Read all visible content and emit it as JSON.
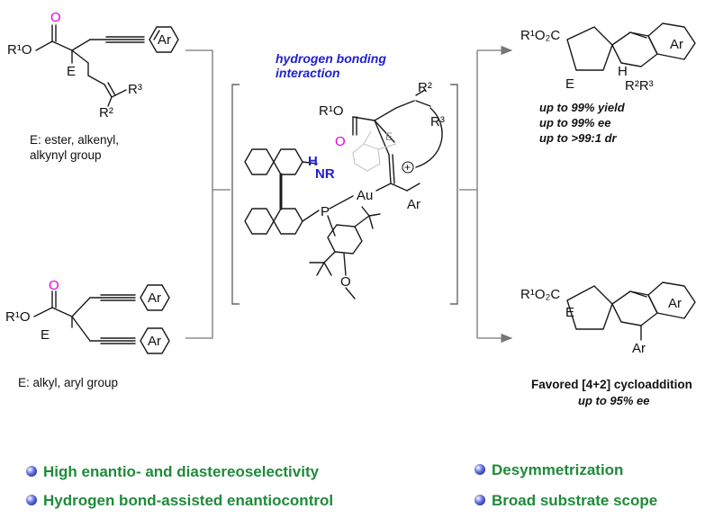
{
  "scheme": {
    "hbond_label": [
      "hydrogen bonding",
      "interaction"
    ],
    "substrate_top": {
      "groups": {
        "ester": "R¹O",
        "E": "E",
        "ar": "Ar",
        "r3": "R³",
        "r2": "R²",
        "o": "O"
      },
      "note": [
        "E: ester, alkenyl,",
        "alkynyl group"
      ]
    },
    "substrate_bottom": {
      "groups": {
        "ester": "R¹O",
        "E": "E",
        "ar1": "Ar",
        "ar2": "Ar",
        "o": "O"
      },
      "note": "E: alkyl, aryl group"
    },
    "intermediate": {
      "groups": {
        "ester": "R¹O",
        "o": "O",
        "h": "H",
        "nr": "NR",
        "p": "P",
        "au": "Au",
        "ar": "Ar",
        "r2": "R²",
        "r3": "R³",
        "e": "E",
        "ome": "O",
        "plus": "+"
      }
    },
    "product_top": {
      "groups": {
        "co2r": "R¹O₂C",
        "e": "E",
        "ar": "Ar",
        "h": "H",
        "r2r3": "R²R³"
      },
      "results": [
        "up to 99% yield",
        "up to 99% ee",
        "up to >99:1 dr"
      ]
    },
    "product_bottom": {
      "groups": {
        "co2r": "R¹O₂C",
        "e": "E",
        "ar1": "Ar",
        "ar2": "Ar"
      },
      "title": "Favored [4+2] cycloaddition",
      "results": "up to 95% ee"
    }
  },
  "features": [
    {
      "text": "High enantio- and diastereoselectivity"
    },
    {
      "text": "Hydrogen bond-assisted enantiocontrol"
    },
    {
      "text": "Desymmetrization"
    },
    {
      "text": "Broad substrate scope"
    }
  ],
  "colors": {
    "hbond": "#2020d0",
    "oxygen": "#e000e0",
    "feature_text": "#1f8a3a",
    "bullet": "#4a5ad0"
  }
}
